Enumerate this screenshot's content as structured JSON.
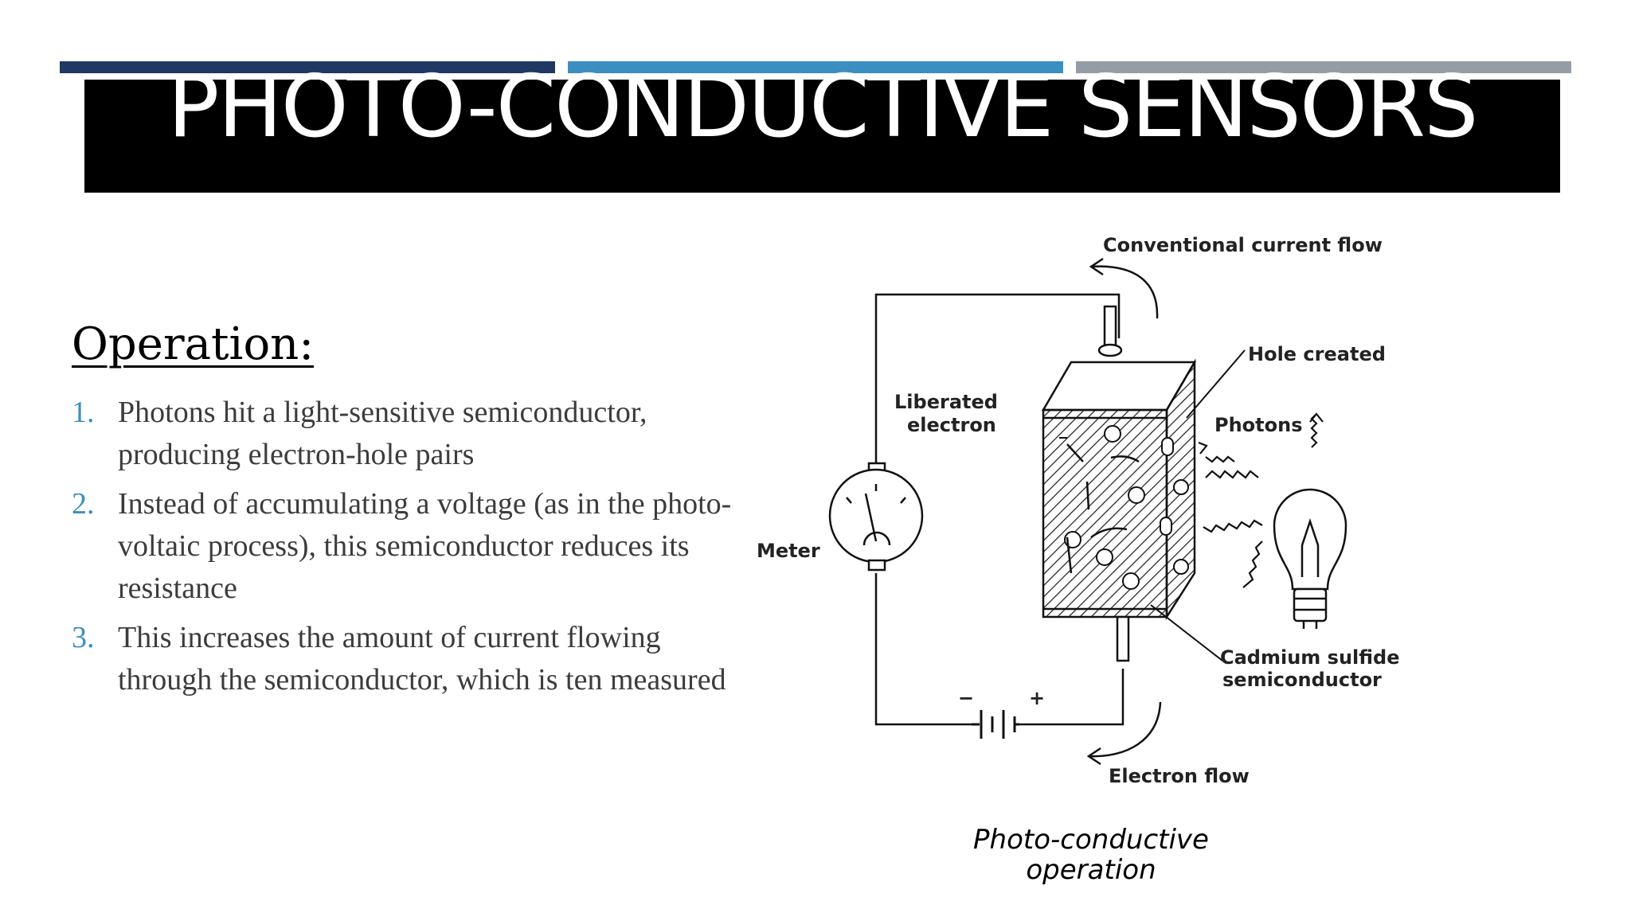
{
  "slide": {
    "title": "PHOTO-CONDUCTIVE SENSORS",
    "heading": "Operation:",
    "items": [
      {
        "number": "1.",
        "text": "Photons hit a light-sensitive semiconductor, producing electron-hole pairs"
      },
      {
        "number": "2.",
        "text": "Instead of accumulating a voltage (as in the photo-voltaic process), this semiconductor reduces its resistance"
      },
      {
        "number": "3.",
        "text": "This increases the amount of current flowing through the semiconductor, which is ten measured"
      }
    ]
  },
  "diagram": {
    "labels": {
      "conventional_current": "Conventional current flow",
      "hole_created": "Hole created",
      "liberated_1": "Liberated",
      "liberated_2": "electron",
      "photons": "Photons",
      "meter": "Meter",
      "cadmium_1": "Cadmium sulfide",
      "cadmium_2": "semiconductor",
      "electron_flow": "Electron flow",
      "minus": "−",
      "plus": "+"
    },
    "caption_line1": "Photo-conductive",
    "caption_line2": "operation"
  },
  "colors": {
    "bar_dark_blue": "#1f3864",
    "bar_blue": "#3a8fc0",
    "bar_gray": "#949ca5",
    "list_number": "#3a8fc0",
    "body_text": "#3c3c3c"
  }
}
